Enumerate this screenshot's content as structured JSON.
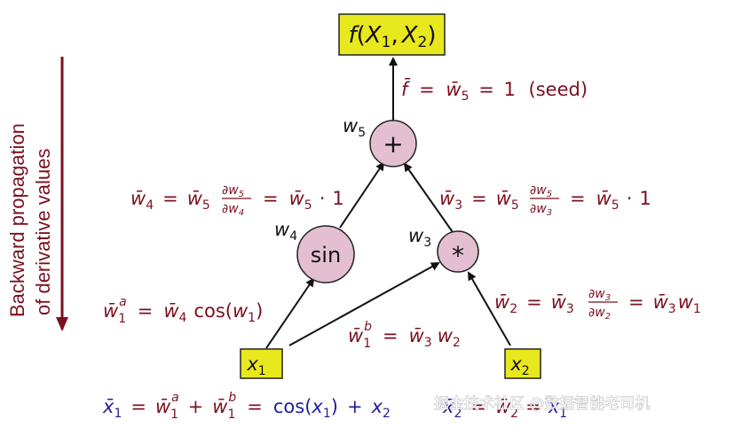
{
  "side_title": {
    "line1": "Backward propagation",
    "line2": "of derivative values"
  },
  "output_node": {
    "f": "f",
    "open": "(",
    "x1": "X",
    "sub1": "1",
    "comma": ",",
    "x2": "X",
    "sub2": "2",
    "close": ")"
  },
  "nodes": {
    "plus": {
      "symbol": "+",
      "label": "w",
      "sub": "5"
    },
    "sin": {
      "symbol": "sin",
      "label": "w",
      "sub": "4"
    },
    "mul": {
      "symbol": "*",
      "label": "w",
      "sub": "3"
    },
    "x1": {
      "label": "x",
      "sub": "1"
    },
    "x2": {
      "label": "x",
      "sub": "2"
    }
  },
  "equations": {
    "seed": {
      "lhs": "f̄",
      "eq1": "=",
      "w": "w̄",
      "sub": "5",
      "eq2": "=",
      "val": "1",
      "note": "(seed)"
    },
    "w4": {
      "lhs": "w̄",
      "lhs_sub": "4",
      "eq1": "=",
      "w": "w̄",
      "w_sub": "5",
      "num": "∂w",
      "num_sub": "5",
      "den": "∂w",
      "den_sub": "4",
      "eq2": "=",
      "r": "w̄",
      "r_sub": "5",
      "dot": "·",
      "one": "1"
    },
    "w3": {
      "lhs": "w̄",
      "lhs_sub": "3",
      "eq1": "=",
      "w": "w̄",
      "w_sub": "5",
      "num": "∂w",
      "num_sub": "5",
      "den": "∂w",
      "den_sub": "3",
      "eq2": "=",
      "r": "w̄",
      "r_sub": "5",
      "dot": "·",
      "one": "1"
    },
    "w1a": {
      "lhs": "w̄",
      "lhs_sub": "1",
      "lhs_sup": "a",
      "eq": "=",
      "w": "w̄",
      "w_sub": "4",
      "cos": "cos(",
      "arg": "w",
      "arg_sub": "1",
      "close": ")"
    },
    "w1b": {
      "lhs": "w̄",
      "lhs_sub": "1",
      "lhs_sup": "b",
      "eq": "=",
      "w": "w̄",
      "w_sub": "3",
      "r": "w",
      "r_sub": "2"
    },
    "w2": {
      "lhs": "w̄",
      "lhs_sub": "2",
      "eq1": "=",
      "w": "w̄",
      "w_sub": "3",
      "num": "∂w",
      "num_sub": "3",
      "den": "∂w",
      "den_sub": "2",
      "eq2": "=",
      "r": "w̄",
      "r_sub": "3",
      "r2": "w",
      "r2_sub": "1"
    },
    "x1bar": {
      "lhs": "x̄",
      "lhs_sub": "1",
      "eq1": "=",
      "a": "w̄",
      "a_sub": "1",
      "a_sup": "a",
      "plus1": "+",
      "b": "w̄",
      "b_sub": "1",
      "b_sup": "b",
      "eq2": "=",
      "cos": "cos(",
      "arg": "x",
      "arg_sub": "1",
      "close": ")",
      "plus2": "+",
      "x2": "x",
      "x2_sub": "2"
    },
    "x2bar": {
      "lhs": "x̄",
      "lhs_sub": "2",
      "eq": "=",
      "w": "w̄",
      "w_sub": "2",
      "eq2": "=",
      "r": "x",
      "r_sub": "1"
    }
  },
  "watermark": "掘金技术社区 @数据智能老司机",
  "colors": {
    "node_fill": "#e4bfd2",
    "box_fill": "#e8e81e",
    "dark_red": "#7b1020",
    "blue": "#1f1f9a"
  }
}
